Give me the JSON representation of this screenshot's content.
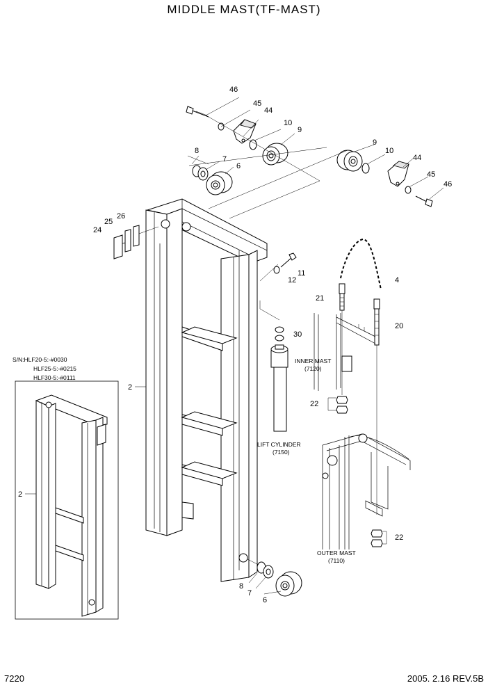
{
  "title": "MIDDLE MAST(TF-MAST)",
  "page_number": "7220",
  "revision": "2005. 2.16  REV.5B",
  "serial_numbers": [
    "S/N:HLF20-5:-#0030",
    "HLF25-5:-#0215",
    "HLF30-5:-#0111"
  ],
  "references": {
    "inner_mast": "INNER MAST",
    "inner_mast_code": "(7120)",
    "lift_cylinder": "LIFT CYLINDER",
    "lift_cylinder_code": "(7150)",
    "outer_mast": "OUTER MAST",
    "outer_mast_code": "(7110)"
  },
  "callouts": {
    "c46a": "46",
    "c45a": "45",
    "c44a": "44",
    "c10a": "10",
    "c9a": "9",
    "c8a": "8",
    "c7a": "7",
    "c6a": "6",
    "c9b": "9",
    "c10b": "10",
    "c44b": "44",
    "c45b": "45",
    "c46b": "46",
    "c26": "26",
    "c25": "25",
    "c24": "24",
    "c11": "11",
    "c12": "12",
    "c4": "4",
    "c21": "21",
    "c20": "20",
    "c30": "30",
    "c2a": "2",
    "c2b": "2",
    "c22a": "22",
    "c22b": "22",
    "c8b": "8",
    "c7b": "7",
    "c6b": "6"
  }
}
